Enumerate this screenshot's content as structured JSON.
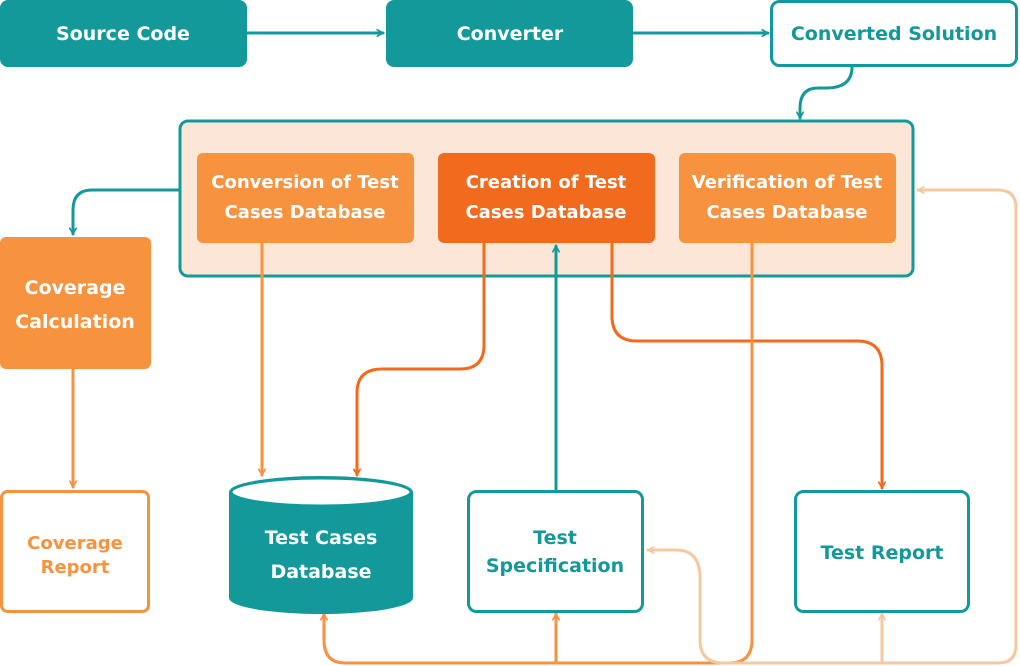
{
  "colors": {
    "teal": "#14999a",
    "orange_light": "#f7923f",
    "orange_dark": "#f26a1d",
    "peach_arrow": "#f5c9a0",
    "group_fill": "#fbe6d8",
    "white": "#ffffff"
  },
  "nodes": {
    "source_code": "Source Code",
    "converter": "Converter",
    "converted_solution": "Converted Solution",
    "conversion_line1": "Conversion of Test",
    "conversion_line2": "Cases Database",
    "creation_line1": "Creation of Test",
    "creation_line2": "Cases Database",
    "verification_line1": "Verification of Test",
    "verification_line2": "Cases Database",
    "coverage_calc_line1": "Coverage",
    "coverage_calc_line2": "Calculation",
    "coverage_report_line1": "Coverage",
    "coverage_report_line2": "Report",
    "db_line1": "Test Cases",
    "db_line2": "Database",
    "spec_line1": "Test",
    "spec_line2": "Specification",
    "test_report": "Test Report"
  }
}
